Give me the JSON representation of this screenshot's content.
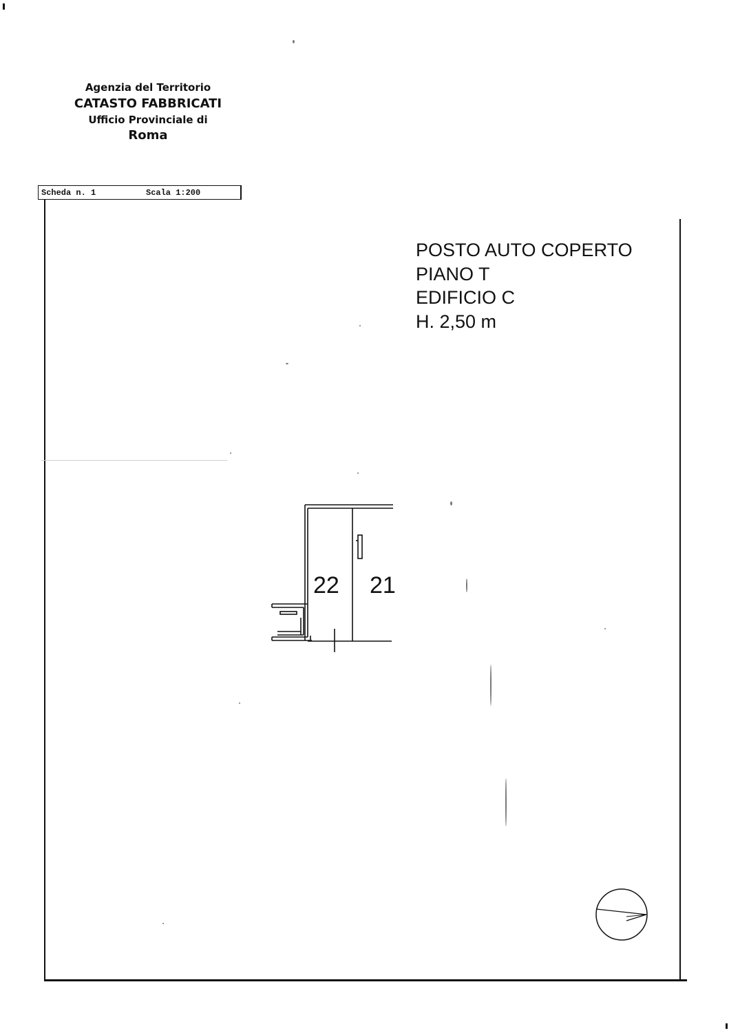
{
  "header": {
    "agency": "Agenzia del Territorio",
    "catasto": "CATASTO FABBRICATI",
    "ufficio": "Ufficio Provinciale di",
    "city": "Roma"
  },
  "scheda": {
    "label": "Scheda n. 1",
    "scale": "Scala 1:200"
  },
  "title": {
    "line1": "POSTO AUTO COPERTO",
    "line2": "PIANO T",
    "line3": "EDIFICIO C",
    "line4": "H. 2,50 m"
  },
  "plan": {
    "space_left": "22",
    "space_right": "21"
  },
  "colors": {
    "ink": "#111111",
    "paper": "#ffffff"
  }
}
